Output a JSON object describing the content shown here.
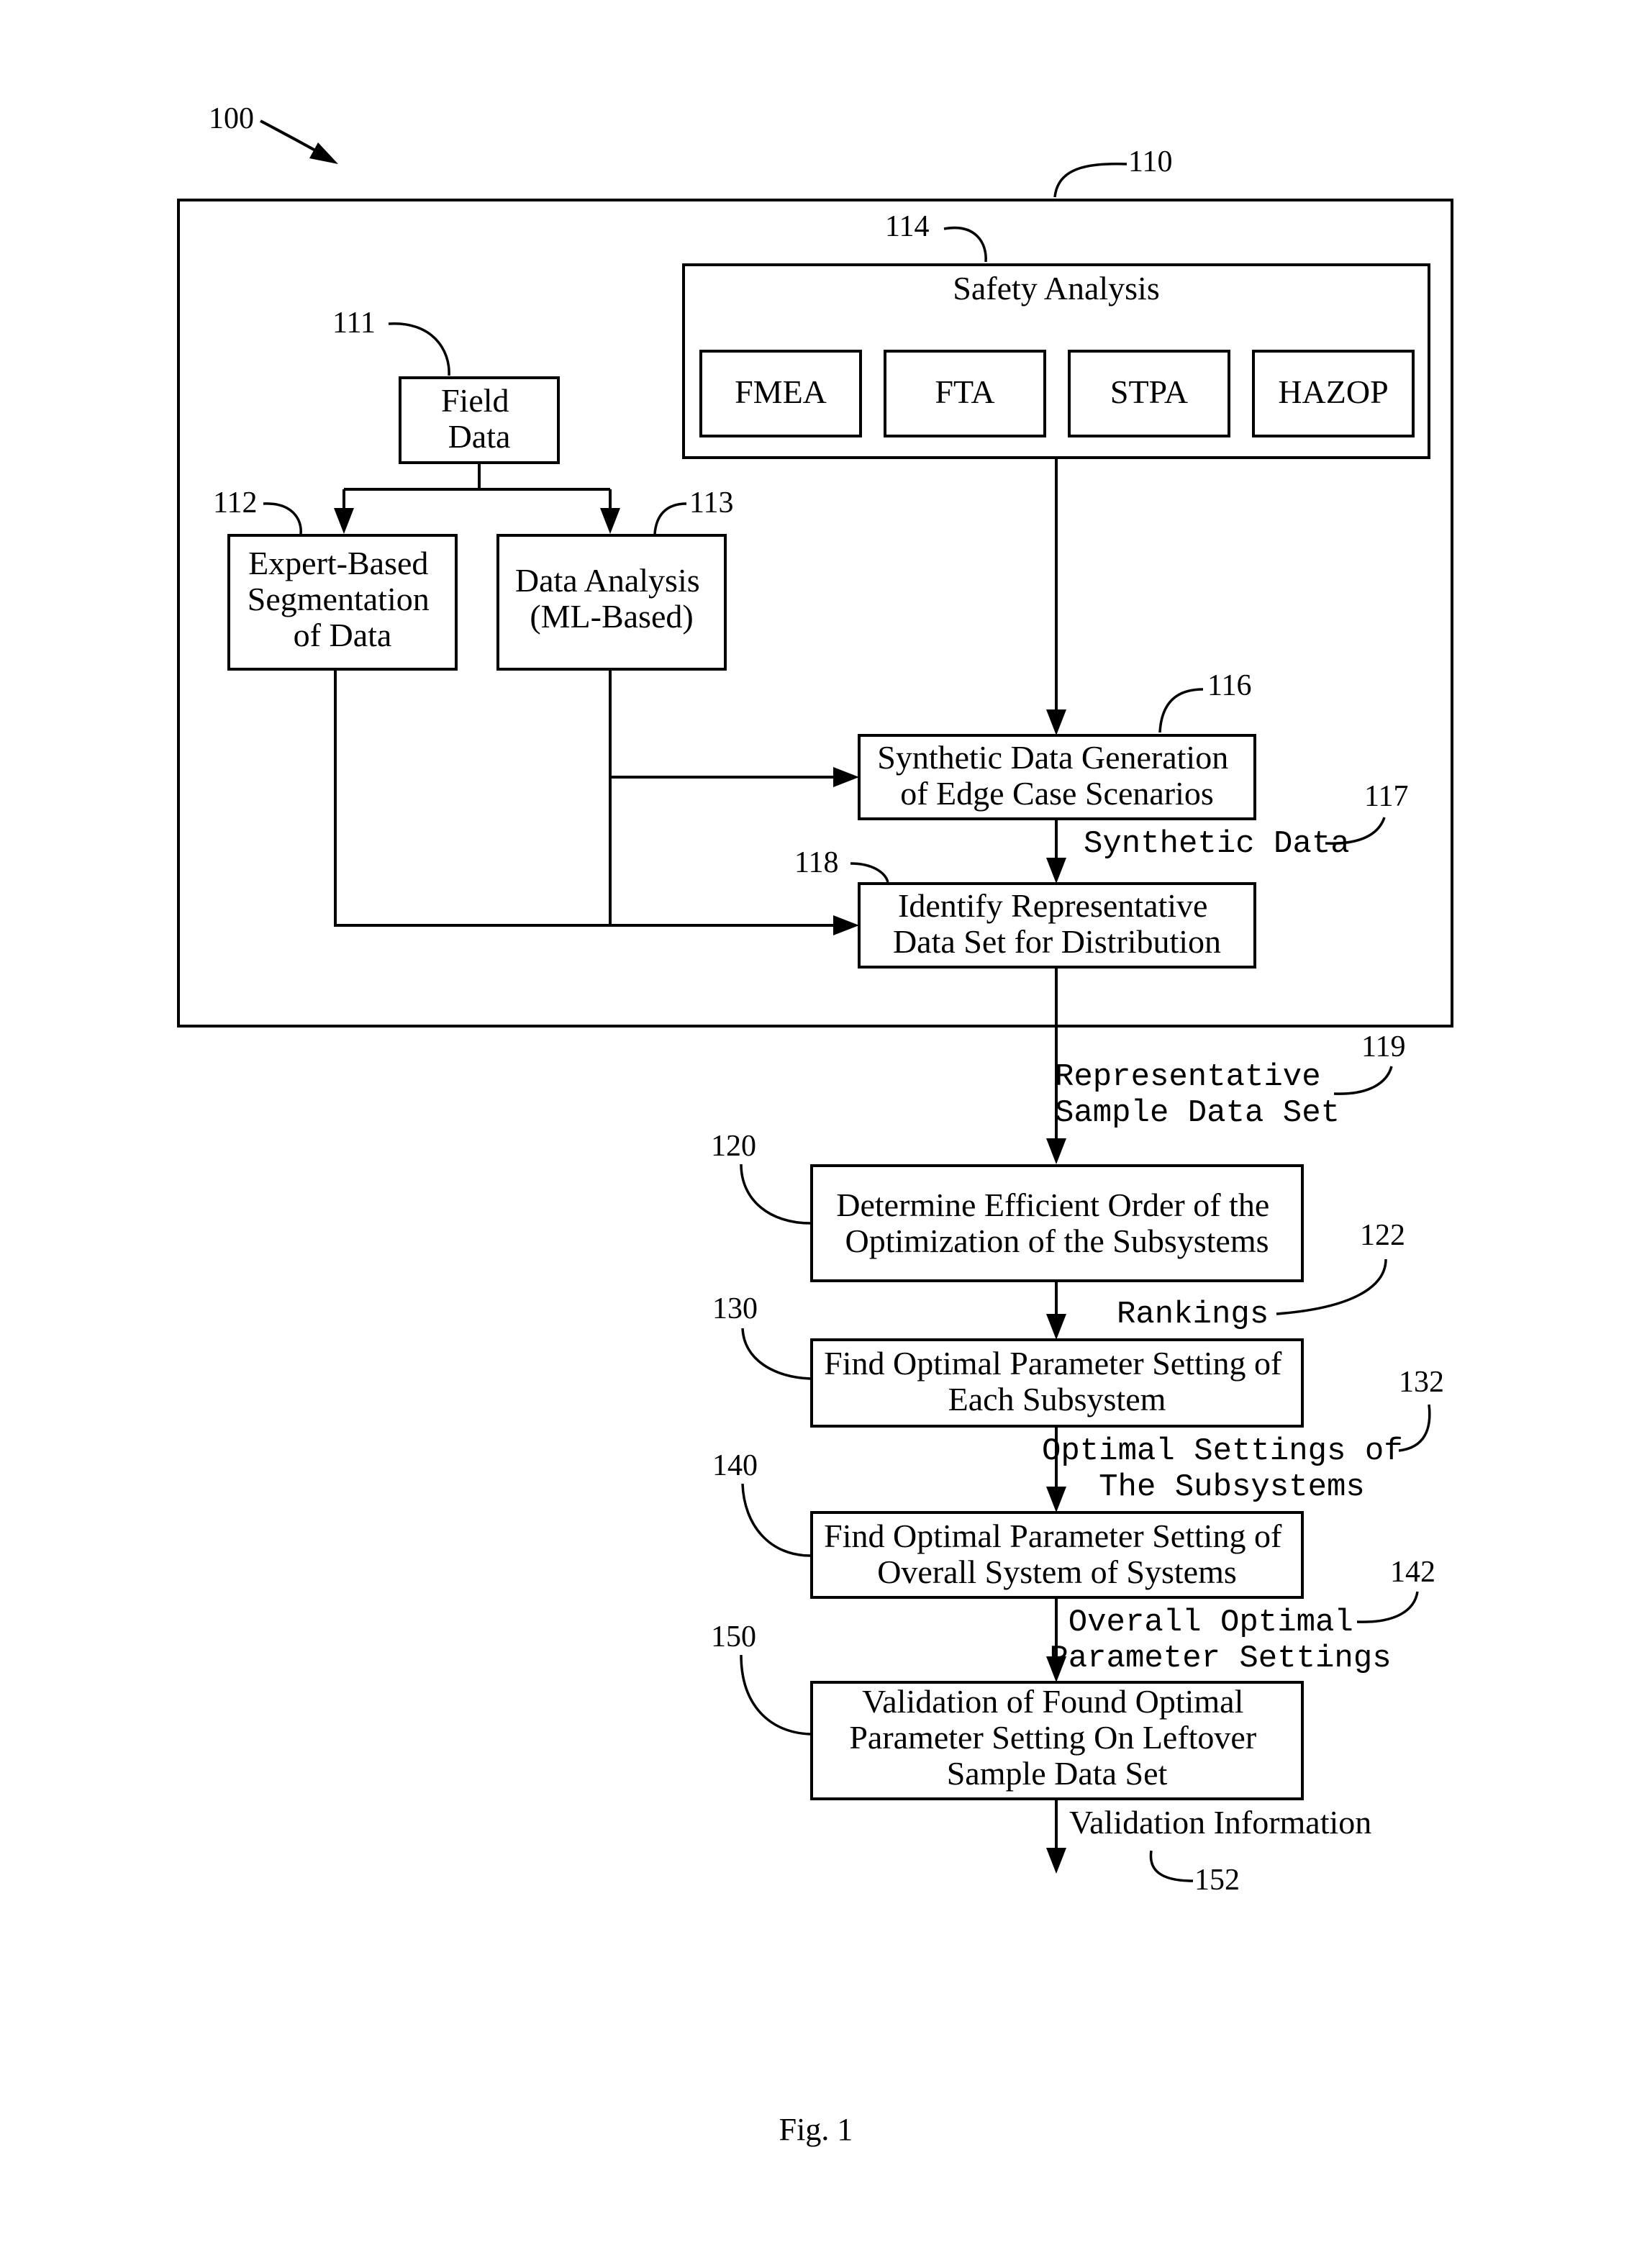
{
  "refs": {
    "r100": "100",
    "r110": "110",
    "r111": "111",
    "r112": "112",
    "r113": "113",
    "r114": "114",
    "r116": "116",
    "r117": "117",
    "r118": "118",
    "r119": "119",
    "r120": "120",
    "r122": "122",
    "r130": "130",
    "r132": "132",
    "r140": "140",
    "r142": "142",
    "r150": "150",
    "r152": "152"
  },
  "boxes": {
    "field_data": [
      "Field",
      "Data"
    ],
    "expert": [
      "Expert-Based",
      "Segmentation",
      "of Data"
    ],
    "ml": [
      "Data Analysis",
      "(ML-Based)"
    ],
    "safety_title": "Safety Analysis",
    "fmea": "FMEA",
    "fta": "FTA",
    "stpa": "STPA",
    "hazop": "HAZOP",
    "synthetic": [
      "Synthetic Data Generation",
      "of Edge Case Scenarios"
    ],
    "identify": [
      "Identify Representative",
      "Data Set for Distribution"
    ],
    "order": [
      "Determine Efficient Order of the",
      "Optimization of the Subsystems"
    ],
    "each": [
      "Find Optimal Parameter Setting of",
      "Each Subsystem"
    ],
    "overall": [
      "Find Optimal Parameter Setting of",
      "Overall System of Systems"
    ],
    "validation": [
      "Validation of Found Optimal",
      "Parameter Setting On Leftover",
      "Sample Data Set"
    ]
  },
  "flows": {
    "synthetic_data": "Synthetic Data",
    "representative": [
      "Representative",
      "Sample Data Set"
    ],
    "rankings": "Rankings",
    "optimal_subsystems": [
      "Optimal Settings of",
      "The Subsystems"
    ],
    "overall_optimal": [
      "Overall Optimal",
      "Parameter Settings"
    ],
    "validation_info": "Validation Information"
  },
  "caption": "Fig. 1"
}
